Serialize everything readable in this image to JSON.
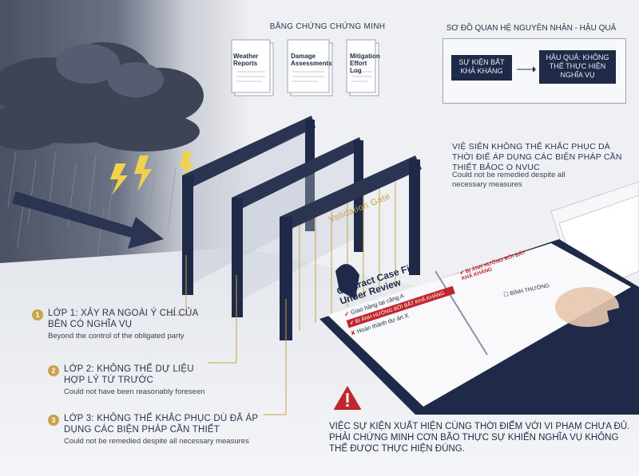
{
  "evidence": {
    "title": "BẰNG CHỨNG CHỨNG MINH",
    "docs": [
      "Weather Reports",
      "Damage Assessments",
      "Mitigation Effort Log"
    ]
  },
  "causal": {
    "title": "SƠ ĐỒ QUAN HỆ NGUYÊN NHÂN - HẬU QUẢ",
    "cause": "SỰ KIỆN BẤT KHẢ KHÁNG",
    "effect": "HẬU QUẢ: KHÔNG THỂ THỰC HIỆN NGHĨA VỤ"
  },
  "gate": {
    "label": "Validation Gate"
  },
  "note": {
    "vi": "VIỆ SIÊN KHÔNG THỂ KHẮC PHỤC DÀ THỜI ĐIỂ ÁP DỤNG CÁC BIỆN PHÁP CẦN THIẾT BẢOC O NVUC",
    "en": "Could not be remedied despite all necessary measures"
  },
  "layers": [
    {
      "num": "1",
      "vi": "LỚP 1: XẢY RA NGOÀI Ý CHÍ CỦA BÊN CÓ NGHĨA VỤ",
      "en": "Beyond the control of the obligated party"
    },
    {
      "num": "2",
      "vi": "LỚP 2: KHÔNG THỂ DỰ LIỆU HỢP LÝ TỪ TRƯỚC",
      "en": "Could not have been reasonably foreseen"
    },
    {
      "num": "3",
      "vi": "LỚP 3: KHÔNG THỂ KHẮC PHỤC DÙ ĐÃ ÁP DỤNG CÁC BIỆN PHÁP CẦN THIẾT",
      "en": "Could not be remedied despite all necessary measures"
    }
  ],
  "casefile": {
    "title": "Contract Case File Under Review",
    "items": [
      "Giao hàng tại cảng A",
      "BỊ ẢNH HƯỞNG BỞI BẤT KHẢ KHÁNG",
      "Hoàn thành dự án X"
    ],
    "right_flag": "BỊ ẢNH HƯỞNG BỞI BẤT KHẢ KHÁNG",
    "right_normal": "BÌNH THƯỜNG"
  },
  "warning": {
    "text": "VIỆC SỰ KIỆN XUẤT HIỆN CÙNG THỜI ĐIỂM VỚI VI PHẠM CHƯA ĐỦ. PHẢI CHỨNG MINH CƠN BÃO THỰC SỰ KHIẾN NGHĨA VỤ KHÔNG THỂ ĐƯỢC THỰC HIỆN ĐÚNG."
  },
  "colors": {
    "navy": "#1e2a47",
    "gold": "#c9a24a",
    "alert": "#c0262d"
  }
}
